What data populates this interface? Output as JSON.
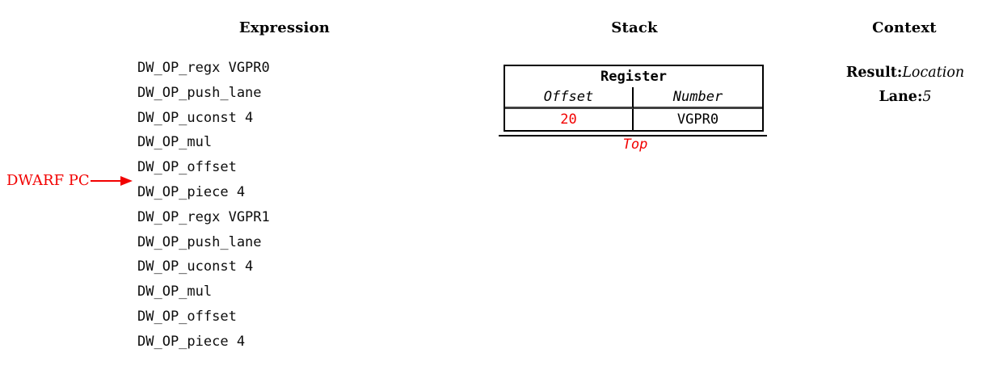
{
  "colors": {
    "accent_red": "#f20000",
    "table_separator_gray": "#3f3f3f"
  },
  "expression": {
    "title": "Expression",
    "pc_label": "DWARF PC",
    "items": [
      "DW_OP_regx VGPR0",
      "DW_OP_push_lane",
      "DW_OP_uconst 4",
      "DW_OP_mul",
      "DW_OP_offset",
      "DW_OP_piece 4",
      "DW_OP_regx VGPR1",
      "DW_OP_push_lane",
      "DW_OP_uconst 4",
      "DW_OP_mul",
      "DW_OP_offset",
      "DW_OP_piece 4"
    ]
  },
  "stack": {
    "title": "Stack",
    "table": {
      "header": "Register",
      "columns": [
        "Offset",
        "Number"
      ],
      "rows": [
        [
          "20",
          "VGPR0"
        ]
      ]
    },
    "top_label": "Top"
  },
  "context": {
    "title": "Context",
    "fields": [
      {
        "label": "Result:",
        "value": "Location"
      },
      {
        "label": "Lane:",
        "value": "5"
      }
    ]
  }
}
